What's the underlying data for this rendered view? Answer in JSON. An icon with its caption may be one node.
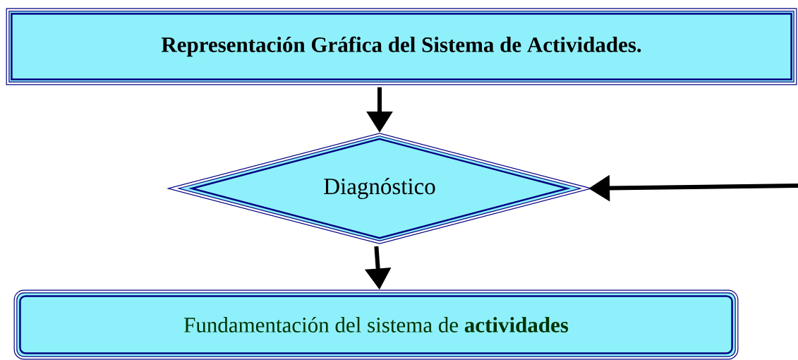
{
  "diagram": {
    "nodes": [
      {
        "text": [
          "Representación Gráfica del Sistema de Actividades."
        ]
      },
      {
        "text": [
          "Diagnóstico"
        ]
      },
      {
        "text": [
          "Fundamentación del sistema de **actividades**"
        ]
      }
    ],
    "edges": [
      {
        "from": 0,
        "to": 1,
        "arrow": "to"
      },
      {
        "from": 1,
        "to": 2,
        "arrow": "to"
      },
      {
        "from": null,
        "to": 1,
        "arrow": "to"
      }
    ]
  }
}
